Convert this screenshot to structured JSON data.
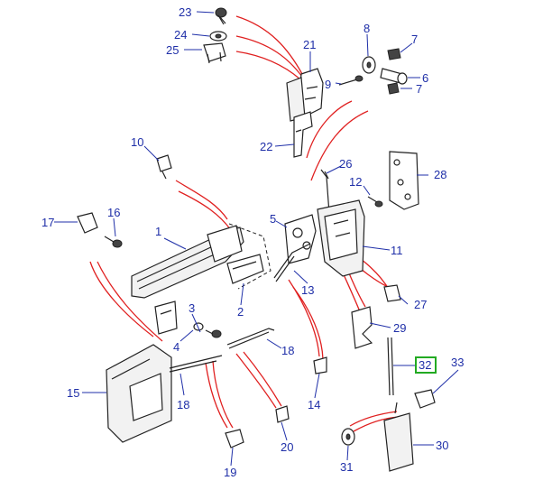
{
  "diagram": {
    "callouts": [
      {
        "id": "c1",
        "text": "1"
      },
      {
        "id": "c2",
        "text": "2"
      },
      {
        "id": "c3",
        "text": "3"
      },
      {
        "id": "c4",
        "text": "4"
      },
      {
        "id": "c5",
        "text": "5"
      },
      {
        "id": "c6",
        "text": "6"
      },
      {
        "id": "c7a",
        "text": "7"
      },
      {
        "id": "c7b",
        "text": "7"
      },
      {
        "id": "c8",
        "text": "8"
      },
      {
        "id": "c9",
        "text": "9"
      },
      {
        "id": "c10",
        "text": "10"
      },
      {
        "id": "c11",
        "text": "11"
      },
      {
        "id": "c12",
        "text": "12"
      },
      {
        "id": "c13",
        "text": "13"
      },
      {
        "id": "c14",
        "text": "14"
      },
      {
        "id": "c15",
        "text": "15"
      },
      {
        "id": "c16",
        "text": "16"
      },
      {
        "id": "c17",
        "text": "17"
      },
      {
        "id": "c18a",
        "text": "18"
      },
      {
        "id": "c18b",
        "text": "18"
      },
      {
        "id": "c19",
        "text": "19"
      },
      {
        "id": "c20",
        "text": "20"
      },
      {
        "id": "c21",
        "text": "21"
      },
      {
        "id": "c22",
        "text": "22"
      },
      {
        "id": "c23",
        "text": "23"
      },
      {
        "id": "c24",
        "text": "24"
      },
      {
        "id": "c25",
        "text": "25"
      },
      {
        "id": "c26",
        "text": "26"
      },
      {
        "id": "c27",
        "text": "27"
      },
      {
        "id": "c28",
        "text": "28"
      },
      {
        "id": "c29",
        "text": "29"
      },
      {
        "id": "c30",
        "text": "30"
      },
      {
        "id": "c31",
        "text": "31"
      },
      {
        "id": "c32",
        "text": "32"
      },
      {
        "id": "c33",
        "text": "33"
      }
    ],
    "colors": {
      "label": "#1f2fa8",
      "connector": "#e02020",
      "highlight": "#22aa22",
      "outline": "#222222"
    }
  }
}
